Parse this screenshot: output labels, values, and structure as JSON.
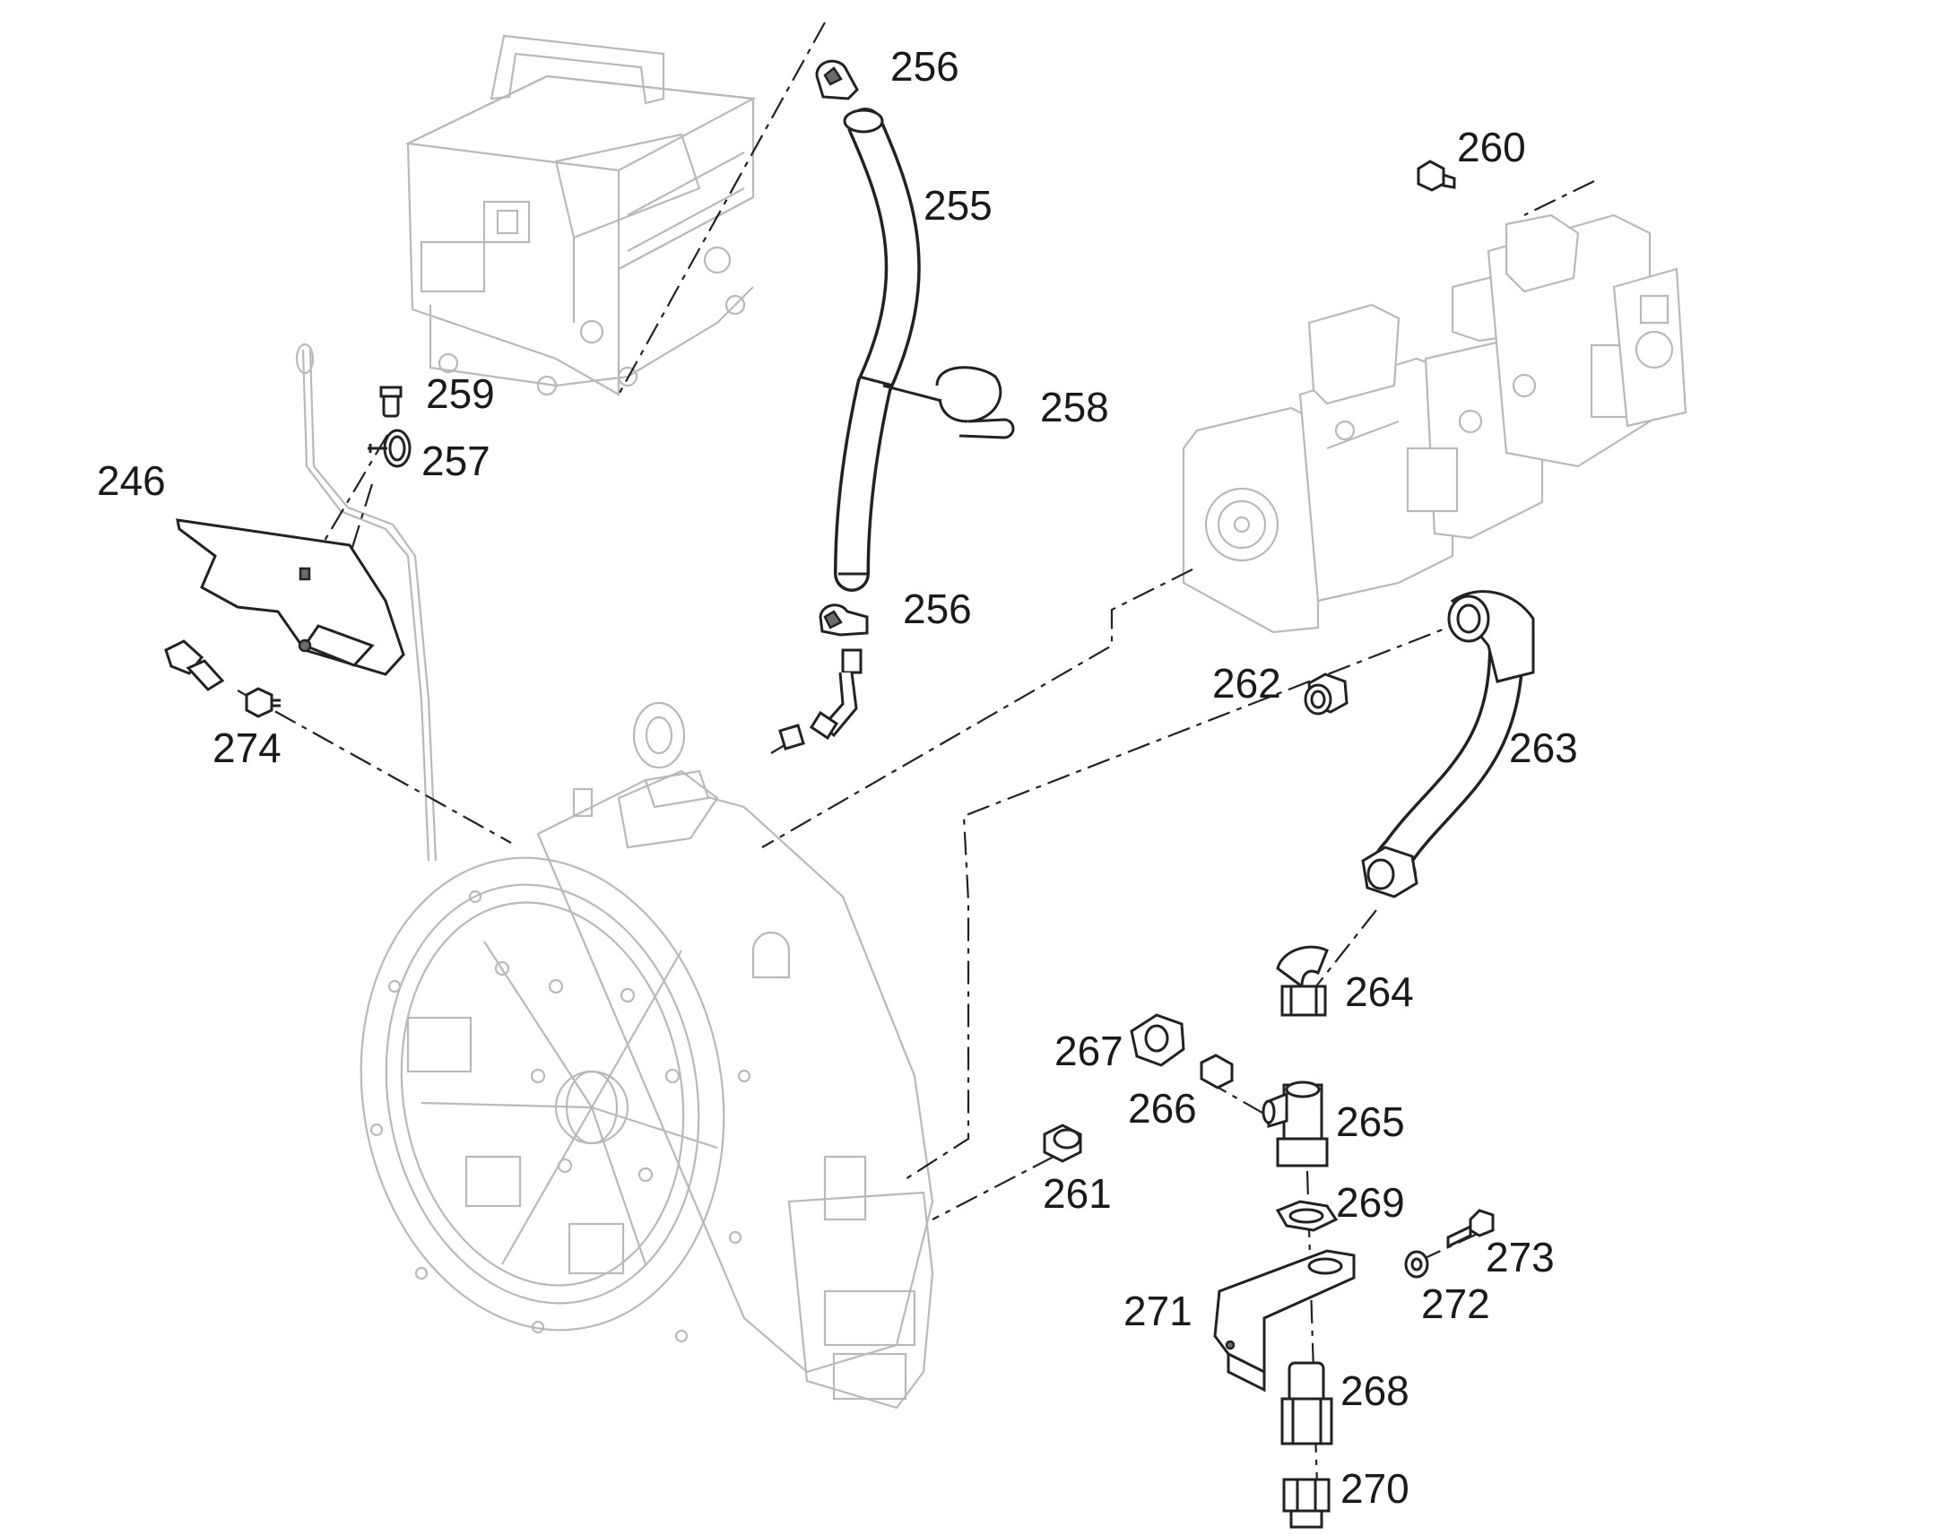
{
  "callouts": [
    {
      "id": "callout-256-top",
      "text": "256"
    },
    {
      "id": "callout-255",
      "text": "255"
    },
    {
      "id": "callout-260",
      "text": "260"
    },
    {
      "id": "callout-259",
      "text": "259"
    },
    {
      "id": "callout-258",
      "text": "258"
    },
    {
      "id": "callout-257",
      "text": "257"
    },
    {
      "id": "callout-246",
      "text": "246"
    },
    {
      "id": "callout-256-bottom",
      "text": "256"
    },
    {
      "id": "callout-262",
      "text": "262"
    },
    {
      "id": "callout-274",
      "text": "274"
    },
    {
      "id": "callout-263",
      "text": "263"
    },
    {
      "id": "callout-264",
      "text": "264"
    },
    {
      "id": "callout-267",
      "text": "267"
    },
    {
      "id": "callout-266",
      "text": "266"
    },
    {
      "id": "callout-265",
      "text": "265"
    },
    {
      "id": "callout-261",
      "text": "261"
    },
    {
      "id": "callout-269",
      "text": "269"
    },
    {
      "id": "callout-273",
      "text": "273"
    },
    {
      "id": "callout-272",
      "text": "272"
    },
    {
      "id": "callout-271",
      "text": "271"
    },
    {
      "id": "callout-268",
      "text": "268"
    },
    {
      "id": "callout-270",
      "text": "270"
    }
  ]
}
